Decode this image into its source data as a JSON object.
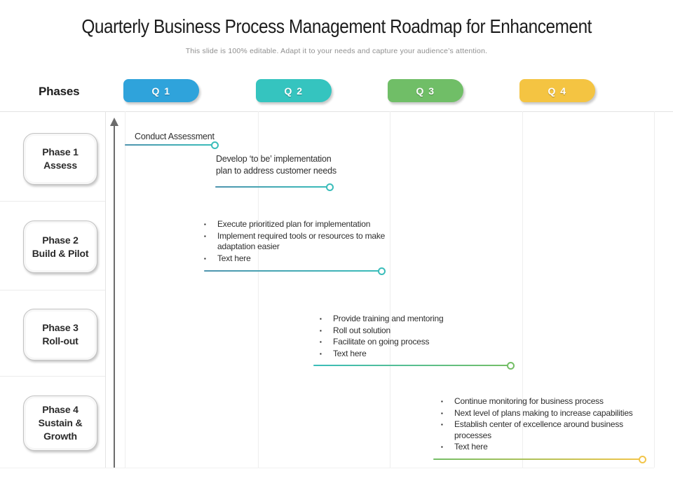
{
  "title": "Quarterly Business Process Management Roadmap for Enhancement",
  "subtitle": "This slide is 100% editable. Adapt it to your needs and capture your audience’s attention.",
  "phases_label": "Phases",
  "quarters": [
    {
      "label": "Q 1"
    },
    {
      "label": "Q 2"
    },
    {
      "label": "Q 3"
    },
    {
      "label": "Q 4"
    }
  ],
  "colors": {
    "q1": "#2FA3DB",
    "q2": "#35C4BF",
    "q3": "#70BE67",
    "q4": "#F4C442",
    "steel": "#4E94AE",
    "teal": "#3ABDBA",
    "green": "#74BE66",
    "yellow": "#F2C54A"
  },
  "phases": [
    {
      "num": "Phase 1",
      "name": "Assess"
    },
    {
      "num": "Phase 2",
      "name": "Build & Pilot"
    },
    {
      "num": "Phase 3",
      "name": "Roll-out"
    },
    {
      "num": "Phase 4",
      "name": "Sustain & Growth"
    }
  ],
  "tasks": {
    "assess": {
      "label": "Conduct Assessment"
    },
    "develop": {
      "label": "Develop ‘to be’ implementation plan to address customer needs"
    },
    "build": {
      "items": [
        "Execute prioritized plan for implementation",
        "Implement required tools or resources to make adaptation easier",
        "Text here"
      ]
    },
    "rollout": {
      "items": [
        "Provide training and mentoring",
        "Roll out solution",
        "Facilitate on going process",
        "Text here"
      ]
    },
    "sustain": {
      "items": [
        "Continue monitoring for business process",
        "Next level of plans making to increase capabilities",
        "Establish center of excellence around business processes",
        "Text here"
      ]
    }
  }
}
